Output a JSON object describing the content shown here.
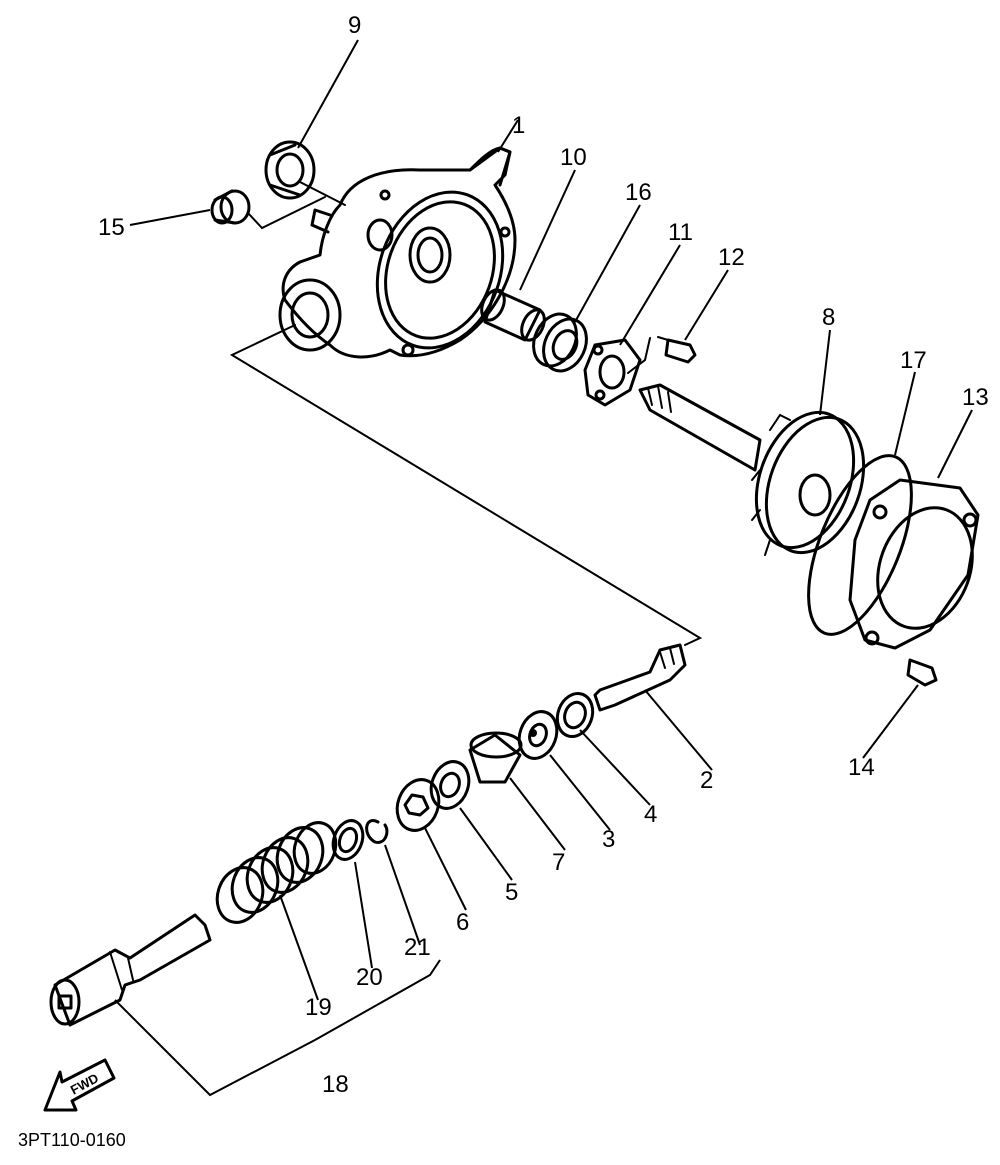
{
  "callouts": {
    "c1": "1",
    "c2": "2",
    "c3": "3",
    "c4": "4",
    "c5": "5",
    "c6": "6",
    "c7": "7",
    "c8": "8",
    "c9": "9",
    "c10": "10",
    "c11": "11",
    "c12": "12",
    "c13": "13",
    "c14": "14",
    "c15": "15",
    "c16": "16",
    "c17": "17",
    "c18": "18",
    "c19": "19",
    "c20": "20",
    "c21": "21"
  },
  "fwd_label": "FWD",
  "diagram_code": "3PT110-0160"
}
